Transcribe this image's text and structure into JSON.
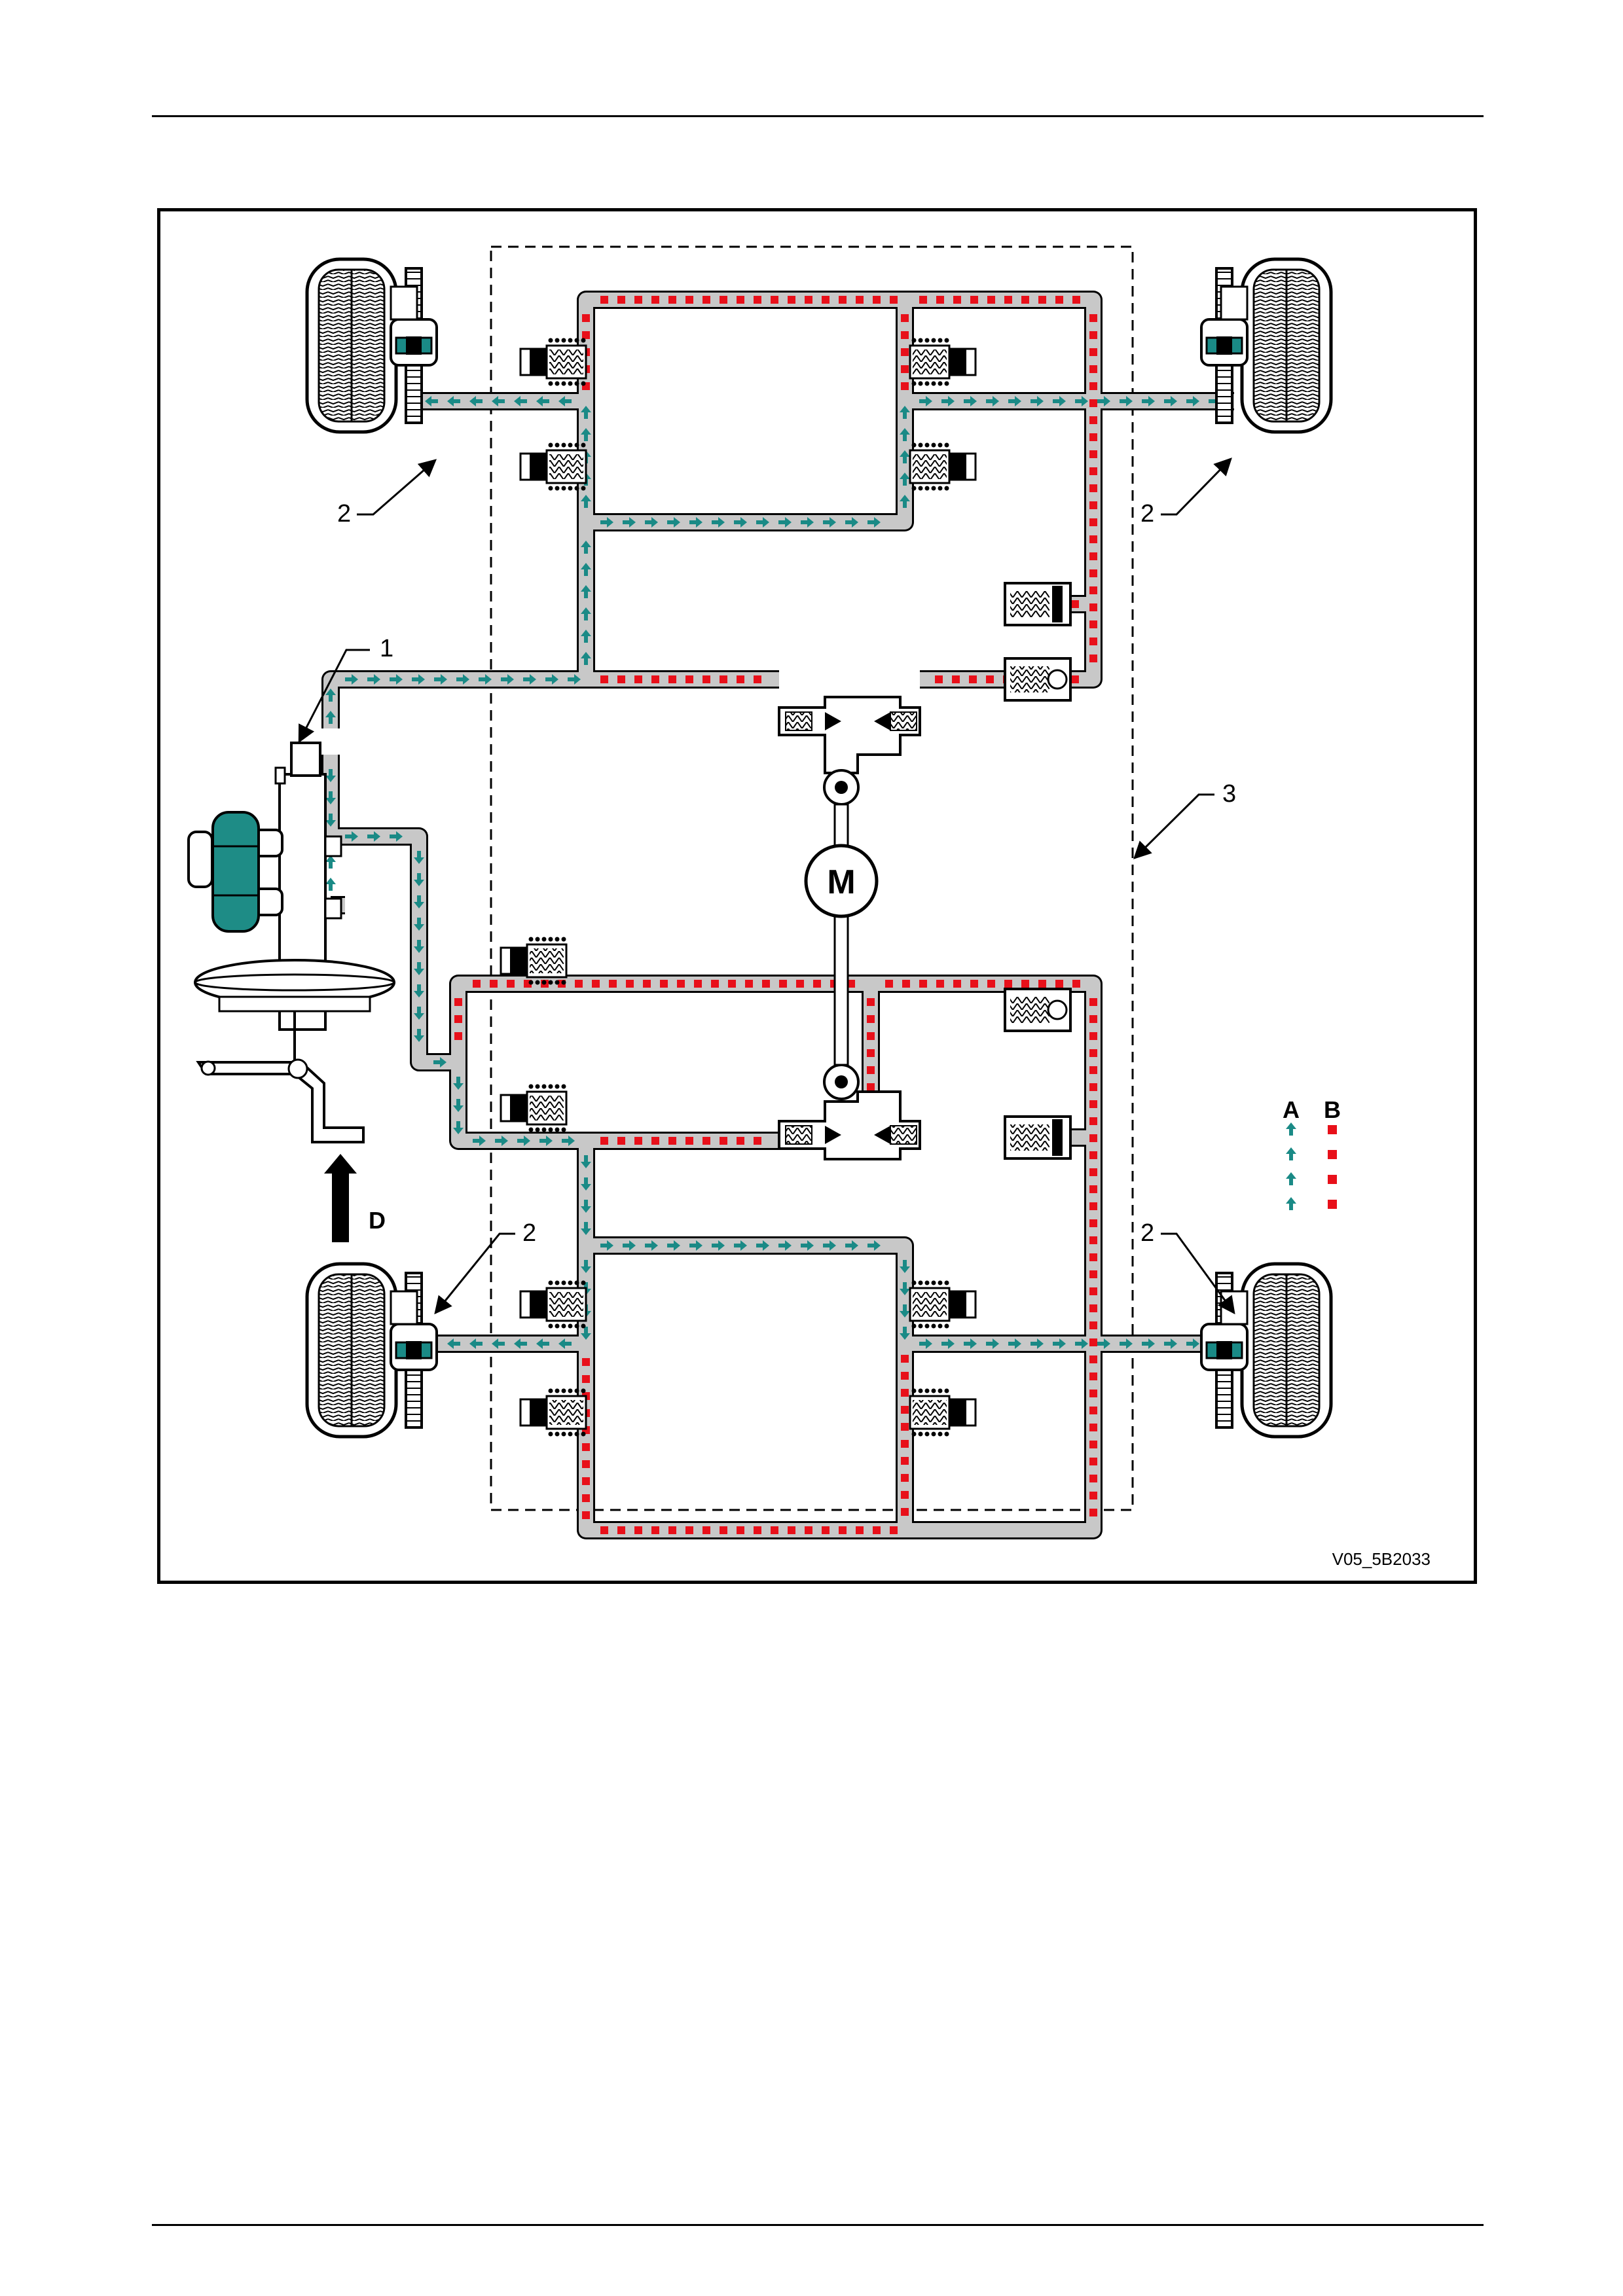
{
  "figure": {
    "figure_id": "V05_5B2033",
    "callouts": {
      "master_cylinder": "1",
      "brake_front_left": "2",
      "brake_front_right": "2",
      "brake_rear_left": "2",
      "brake_rear_right": "2",
      "modulator_outline": "3"
    },
    "pedal_force_label": "D",
    "motor_label": "M",
    "legend": {
      "a_label": "A",
      "b_label": "B"
    },
    "colors": {
      "pressure_flow": "#1a8a86",
      "return_circuit": "#e8101a",
      "line_grey": "#c8c8c8",
      "booster_teal": "#1e8c86"
    }
  }
}
